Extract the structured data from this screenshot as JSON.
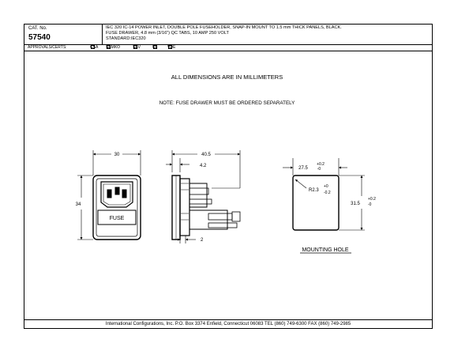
{
  "header": {
    "cat_label": "CAT. No.",
    "cat_number": "57540",
    "description_lines": [
      "IEC 320 IC-14 POWER INLET, DOUBLE POLE FUSEHOLDER, SNAP-IN MOUNT TO 1.5 mm THICK PANELS, BLACK.",
      "FUSE DRAWER, 4.8 mm (3/16\") QC TABS, 10 AMP 250 VOLT",
      "STANDARD:IEC320"
    ]
  },
  "approvals": {
    "label": "APPROVALS/CERTS:",
    "items": [
      "CSA",
      "SEMKO",
      "SEV",
      "UL",
      "VDE"
    ]
  },
  "notes": {
    "dimensions": "ALL DIMENSIONS ARE IN MILLIMETERS",
    "fuse": "NOTE: FUSE DRAWER MUST BE ORDERED SEPARATELY"
  },
  "front_view": {
    "width_dim": "30",
    "height_dim": "34",
    "fuse_label": "FUSE"
  },
  "side_view": {
    "depth_dim": "40.5",
    "flange_dim": "4.2",
    "bottom_dim": "2"
  },
  "mounting_hole": {
    "title": "MOUNTING HOLE",
    "width_dim": "27.5",
    "width_tol_plus": "+0.2",
    "width_tol_minus": "-0",
    "height_dim": "31.5",
    "height_tol_plus": "+0.2",
    "height_tol_minus": "-0",
    "radius_dim": "R2.3",
    "radius_tol_plus": "+0",
    "radius_tol_minus": "-0.2"
  },
  "footer": {
    "text": "International Configurations, Inc.  P.O. Box 3374  Enfield, Connecticut 06083 TEL (860) 749-6300  FAX (860) 749-2985"
  }
}
